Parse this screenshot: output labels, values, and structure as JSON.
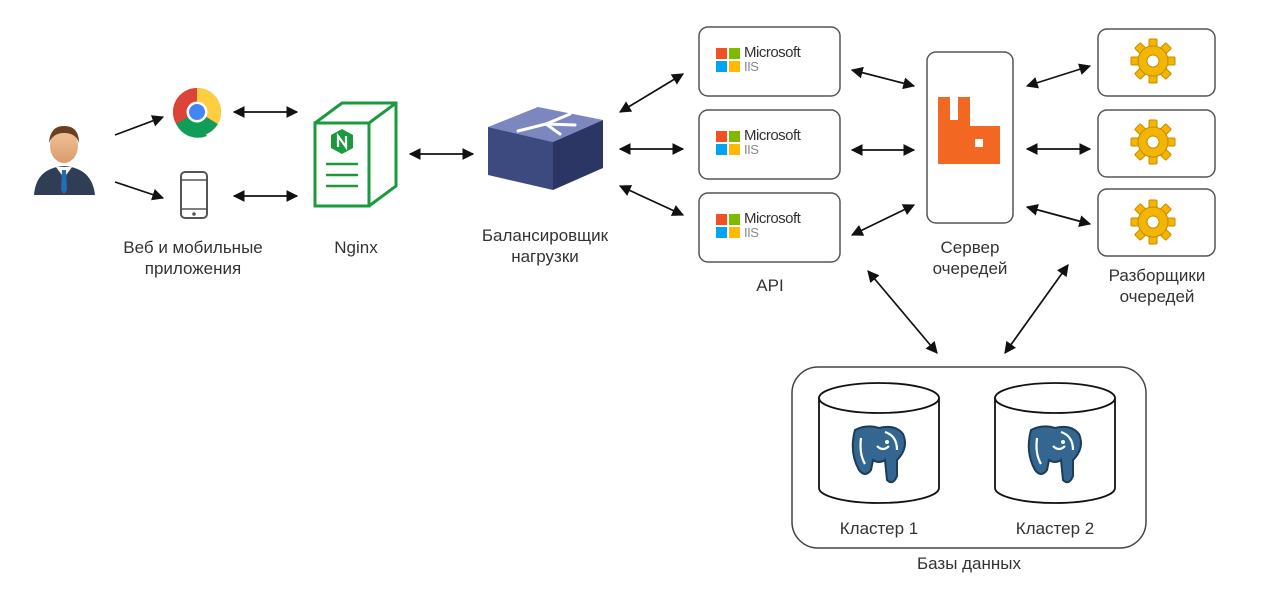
{
  "labels": {
    "clients": [
      "Веб и мобильные",
      "приложения"
    ],
    "nginx": "Nginx",
    "balancer": [
      "Балансировщик",
      "нагрузки"
    ],
    "api": "API",
    "queue_server": [
      "Сервер",
      "очередей"
    ],
    "queue_parsers": [
      "Разборщики",
      "очередей"
    ],
    "cluster1": "Кластер 1",
    "cluster2": "Кластер 2",
    "databases": "Базы данных"
  },
  "iis_logo": {
    "line1": "Microsoft",
    "line2": "IIS"
  },
  "colors": {
    "nginx_green": "#1a9a3c",
    "rabbitmq_orange": "#f26722",
    "postgres_blue": "#336791",
    "balancer_blue": "#4a5a96",
    "gear_gold": "#f2b600",
    "ms_red": "#f25022",
    "ms_green": "#7fba00",
    "ms_blue": "#00a4ef",
    "ms_yellow": "#ffb900"
  },
  "icons": {
    "user": "user-icon",
    "browser": "chrome-icon",
    "mobile": "phone-icon",
    "nginx": "nginx-server-icon",
    "balancer": "load-balancer-icon",
    "queue": "rabbitmq-icon",
    "parser": "gear-icon",
    "database": "postgresql-icon"
  }
}
